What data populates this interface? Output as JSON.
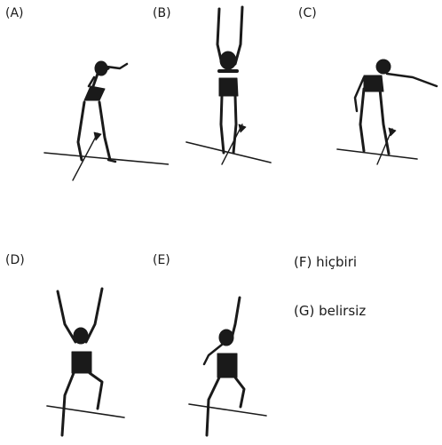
{
  "panels": [
    {
      "label": "(A)",
      "figure": "woman-side-bend-left-arm-over-head-icon"
    },
    {
      "label": "(B)",
      "figure": "woman-both-arms-raised-icon"
    },
    {
      "label": "(C)",
      "figure": "woman-side-bend-arm-extended-icon"
    },
    {
      "label": "(D)",
      "figure": "woman-lunge-both-arms-raised-icon"
    },
    {
      "label": "(E)",
      "figure": "woman-lunge-one-arm-raised-icon"
    }
  ],
  "options": {
    "f": "(F) hiçbiri",
    "g": "(G) belirsiz"
  },
  "colors": {
    "ink": "#1a1a1a",
    "background": "#ffffff"
  }
}
